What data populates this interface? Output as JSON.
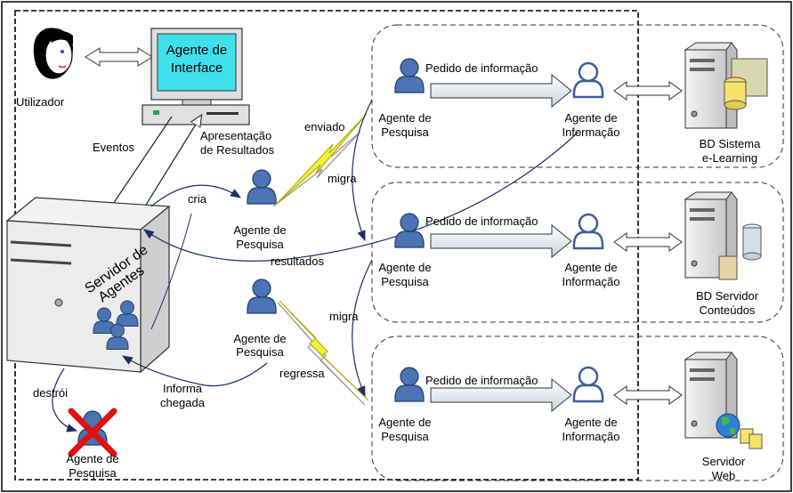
{
  "labels": {
    "utilizador": "Utilizador",
    "agente_interface_1": "Agente de",
    "agente_interface_2": "Interface",
    "eventos": "Eventos",
    "apresentacao_1": "Apresentação",
    "apresentacao_2": "de Resultados",
    "enviado": "enviado",
    "cria": "cria",
    "migra": "migra",
    "resultados": "resultados",
    "regressa": "regressa",
    "informa_1": "Informa",
    "informa_2": "chegada",
    "destroi": "destrói",
    "servidor_1": "Servidor de",
    "servidor_2": "Agentes",
    "agente_pesquisa_1": "Agente de",
    "agente_pesquisa_2": "Pesquisa",
    "agente_informacao_1": "Agente de",
    "agente_informacao_2": "Informação",
    "pedido": "Pedido de informação",
    "bd_sistema_1": "BD Sistema",
    "bd_sistema_2": "e-Learning",
    "bd_servidor_1": "BD Servidor",
    "bd_servidor_2": "Conteúdos",
    "servidor_web_1": "Servidor",
    "servidor_web_2": "Web"
  },
  "colors": {
    "agent_blue": "#4a74b4",
    "agent_dark": "#1f3e6e",
    "screen_cyan": "#3fe0ec",
    "destroy_red": "#e01010",
    "lightning": "#f2f23a",
    "arrow_fill": "#dfe6ef"
  }
}
